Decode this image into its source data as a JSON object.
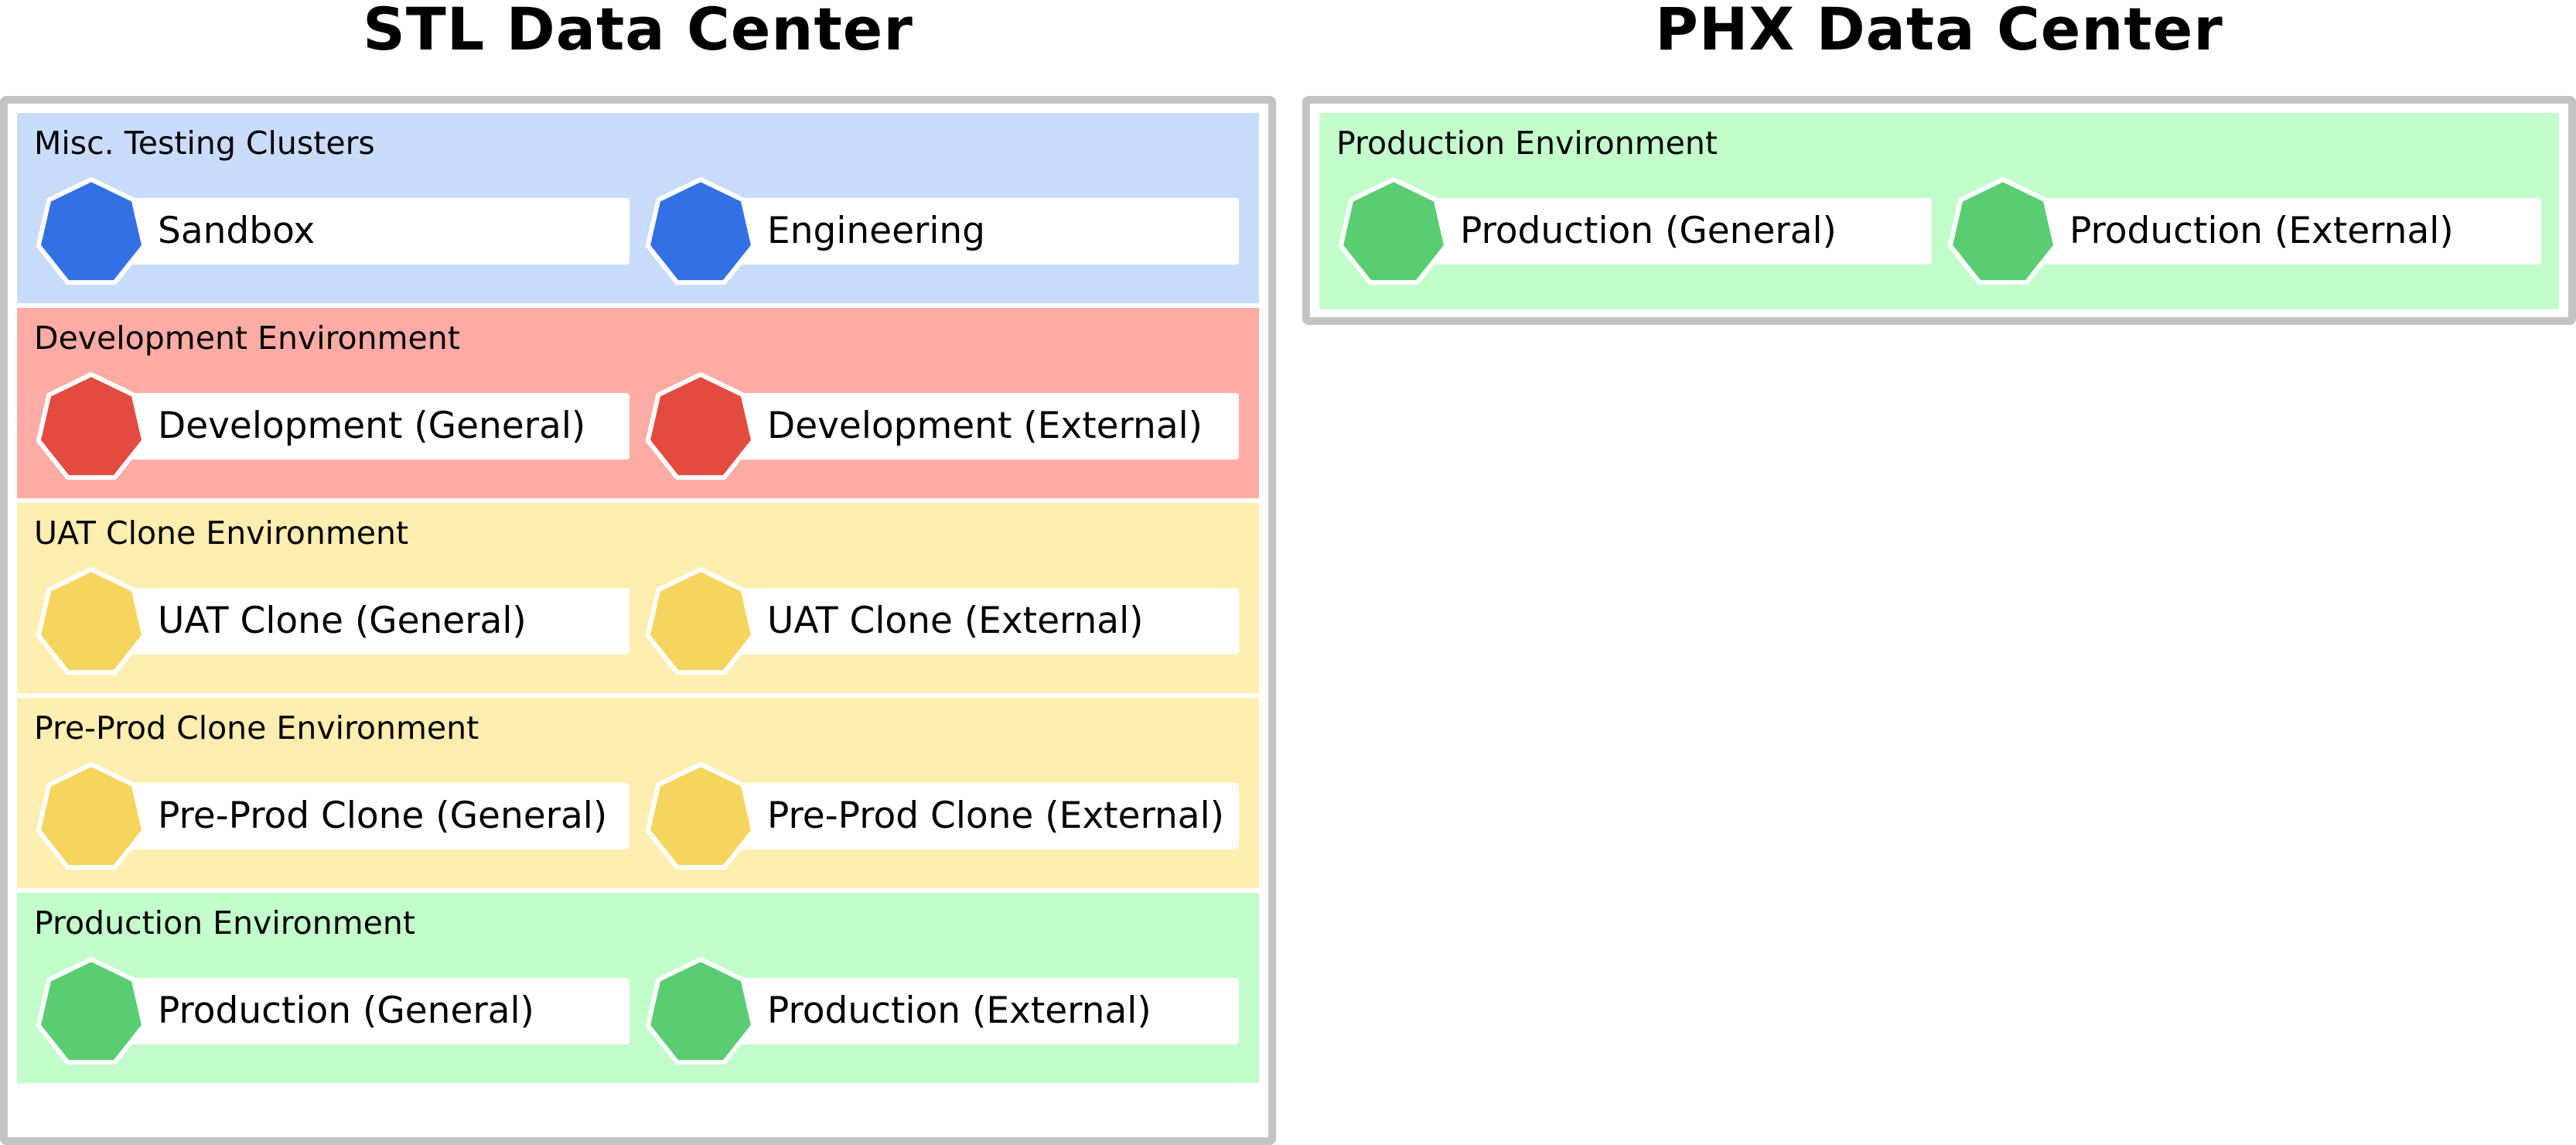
{
  "colors": {
    "blue_bg": "#c9dcfb",
    "blue": "#3370e3",
    "red_bg": "#fdaca5",
    "red": "#e34a40",
    "yellow_bg": "#feeeb0",
    "yellow": "#f5d55e",
    "green_bg": "#c3fdcb",
    "green": "#5acd73",
    "frame": "#c4c4c4"
  },
  "stl": {
    "title": "STL Data Center",
    "envs": [
      {
        "label": "Misc. Testing Clusters",
        "color": "blue",
        "clusters": [
          {
            "label": "Sandbox",
            "icon": "heptagon-icon"
          },
          {
            "label": "Engineering",
            "icon": "heptagon-icon"
          }
        ]
      },
      {
        "label": "Development Environment",
        "color": "red",
        "clusters": [
          {
            "label": "Development (General)",
            "icon": "heptagon-icon"
          },
          {
            "label": "Development (External)",
            "icon": "heptagon-icon"
          }
        ]
      },
      {
        "label": "UAT Clone Environment",
        "color": "yellow",
        "clusters": [
          {
            "label": "UAT Clone (General)",
            "icon": "heptagon-icon"
          },
          {
            "label": "UAT Clone (External)",
            "icon": "heptagon-icon"
          }
        ]
      },
      {
        "label": "Pre-Prod Clone Environment",
        "color": "yellow",
        "clusters": [
          {
            "label": "Pre-Prod Clone (General)",
            "icon": "heptagon-icon"
          },
          {
            "label": "Pre-Prod Clone (External)",
            "icon": "heptagon-icon"
          }
        ]
      },
      {
        "label": "Production Environment",
        "color": "green",
        "clusters": [
          {
            "label": "Production (General)",
            "icon": "heptagon-icon"
          },
          {
            "label": "Production (External)",
            "icon": "heptagon-icon"
          }
        ]
      }
    ]
  },
  "phx": {
    "title": "PHX Data Center",
    "envs": [
      {
        "label": "Production Environment",
        "color": "green",
        "clusters": [
          {
            "label": "Production (General)",
            "icon": "heptagon-icon"
          },
          {
            "label": "Production (External)",
            "icon": "heptagon-icon"
          }
        ]
      }
    ]
  }
}
